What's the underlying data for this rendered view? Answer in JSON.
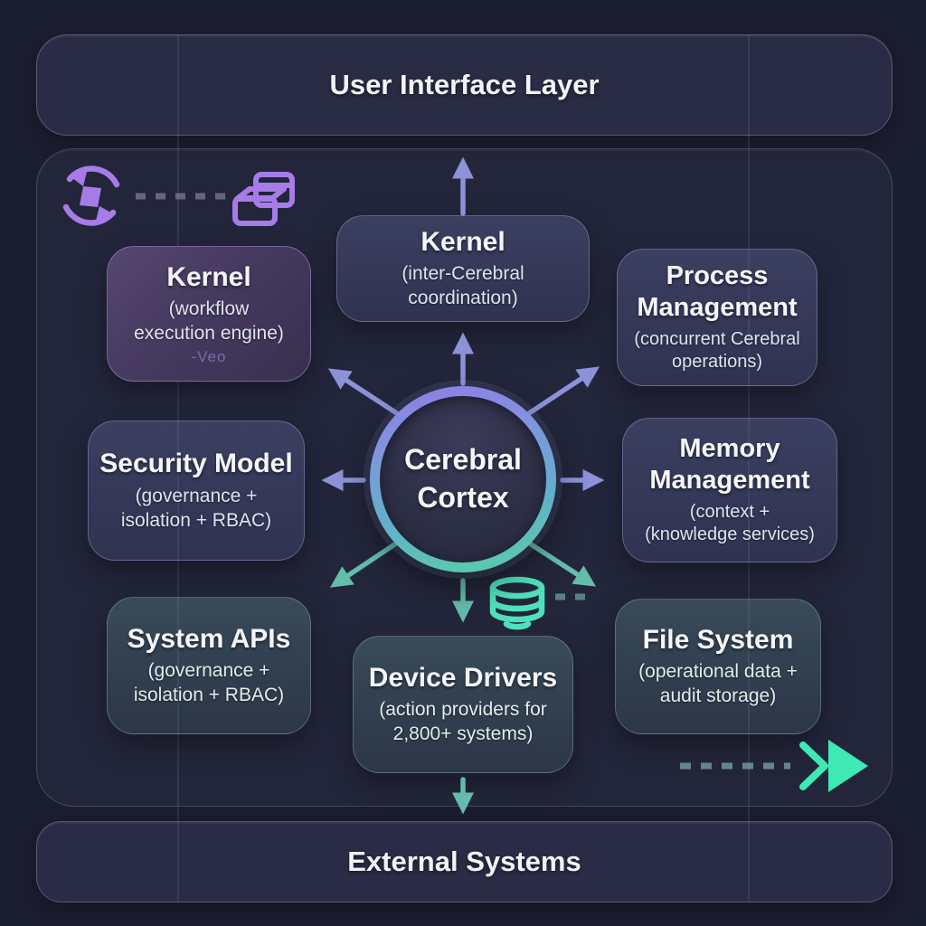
{
  "layers": {
    "top_label": "User Interface Layer",
    "bottom_label": "External Systems"
  },
  "center": {
    "label": "Cerebral\nCortex"
  },
  "nodes": {
    "kernel_workflow": {
      "title": "Kernel",
      "subtitle": "(workflow\nexecution engine)",
      "watermark": "-Veo"
    },
    "kernel_coordination": {
      "title": "Kernel",
      "subtitle": "(inter-Cerebral coordination)"
    },
    "process_management": {
      "title": "Process\nManagement",
      "subtitle": "(concurrent Cerebral\noperations)"
    },
    "security_model": {
      "title": "Security Model",
      "subtitle": "(governance +\nisolation + RBAC)"
    },
    "memory_management": {
      "title": "Memory\nManagement",
      "subtitle": "(context +\n(knowledge services)"
    },
    "system_apis": {
      "title": "System APIs",
      "subtitle": "(governance +\nisolation + RBAC)"
    },
    "device_drivers": {
      "title": "Device Drivers",
      "subtitle": "(action providers for\n2,800+ systems)"
    },
    "file_system": {
      "title": "File System",
      "subtitle": "(operational data +\naudit storage)"
    }
  },
  "icons": {
    "sync": "sync-icon",
    "storage_boxes": "storage-boxes-icon",
    "database": "database-icon",
    "fast_forward": "fast-forward-icon"
  },
  "colors": {
    "arrow_indigo": "#8C92D8",
    "arrow_teal": "#63BCAC",
    "icon_purple": "#A77BE8",
    "icon_teal": "#4FE0BC",
    "mint_bright": "#3FE9B4",
    "ring_purple": "#8F7DE6",
    "ring_blue": "#6FA3DC",
    "ring_teal": "#58CFA9",
    "panel_bg": "#2A2C42",
    "page_bg": "#1B1D30"
  }
}
